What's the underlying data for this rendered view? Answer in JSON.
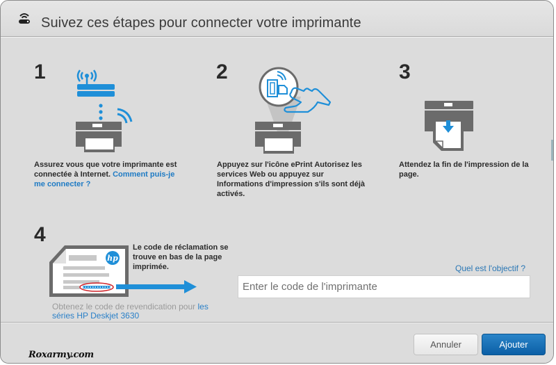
{
  "dialog": {
    "title": "Suivez ces étapes pour connecter votre imprimante",
    "title_icon": "wireless-router-icon"
  },
  "steps": [
    {
      "number": "1",
      "illustration": "router-printer-wireless-icon",
      "text": "Assurez vous que votre imprimante est connectée à Internet.",
      "link": "Comment puis-je me connecter ?"
    },
    {
      "number": "2",
      "illustration": "eprint-touch-printer-icon",
      "text": "Appuyez sur l'icône ePrint Autorisez les services Web ou appuyez sur Informations d'impression s'ils sont déjà activés."
    },
    {
      "number": "3",
      "illustration": "printer-page-output-icon",
      "text": "Attendez la fin de l'impression de la page."
    },
    {
      "number": "4",
      "illustration": "printed-page-claim-code-icon",
      "text": "Le code de réclamation se trouve en bas de la page imprimée."
    }
  ],
  "claim_code": {
    "help_link": "Quel est l'objectif ?",
    "placeholder": "Enter le code de l'imprimante",
    "value": ""
  },
  "obtain": {
    "text": "Obtenez le code de revendication pour ",
    "link": "les séries HP Deskjet 3630"
  },
  "footer": {
    "cancel_label": "Annuler",
    "add_label": "Ajouter",
    "watermark": "Roxarmy.com"
  },
  "colors": {
    "accent_blue": "#1f8fd8",
    "link_blue": "#1f7bc4",
    "primary_button": "#1a6fb8",
    "background": "#dcdcdc",
    "printer_gray": "#6b6b6b"
  }
}
